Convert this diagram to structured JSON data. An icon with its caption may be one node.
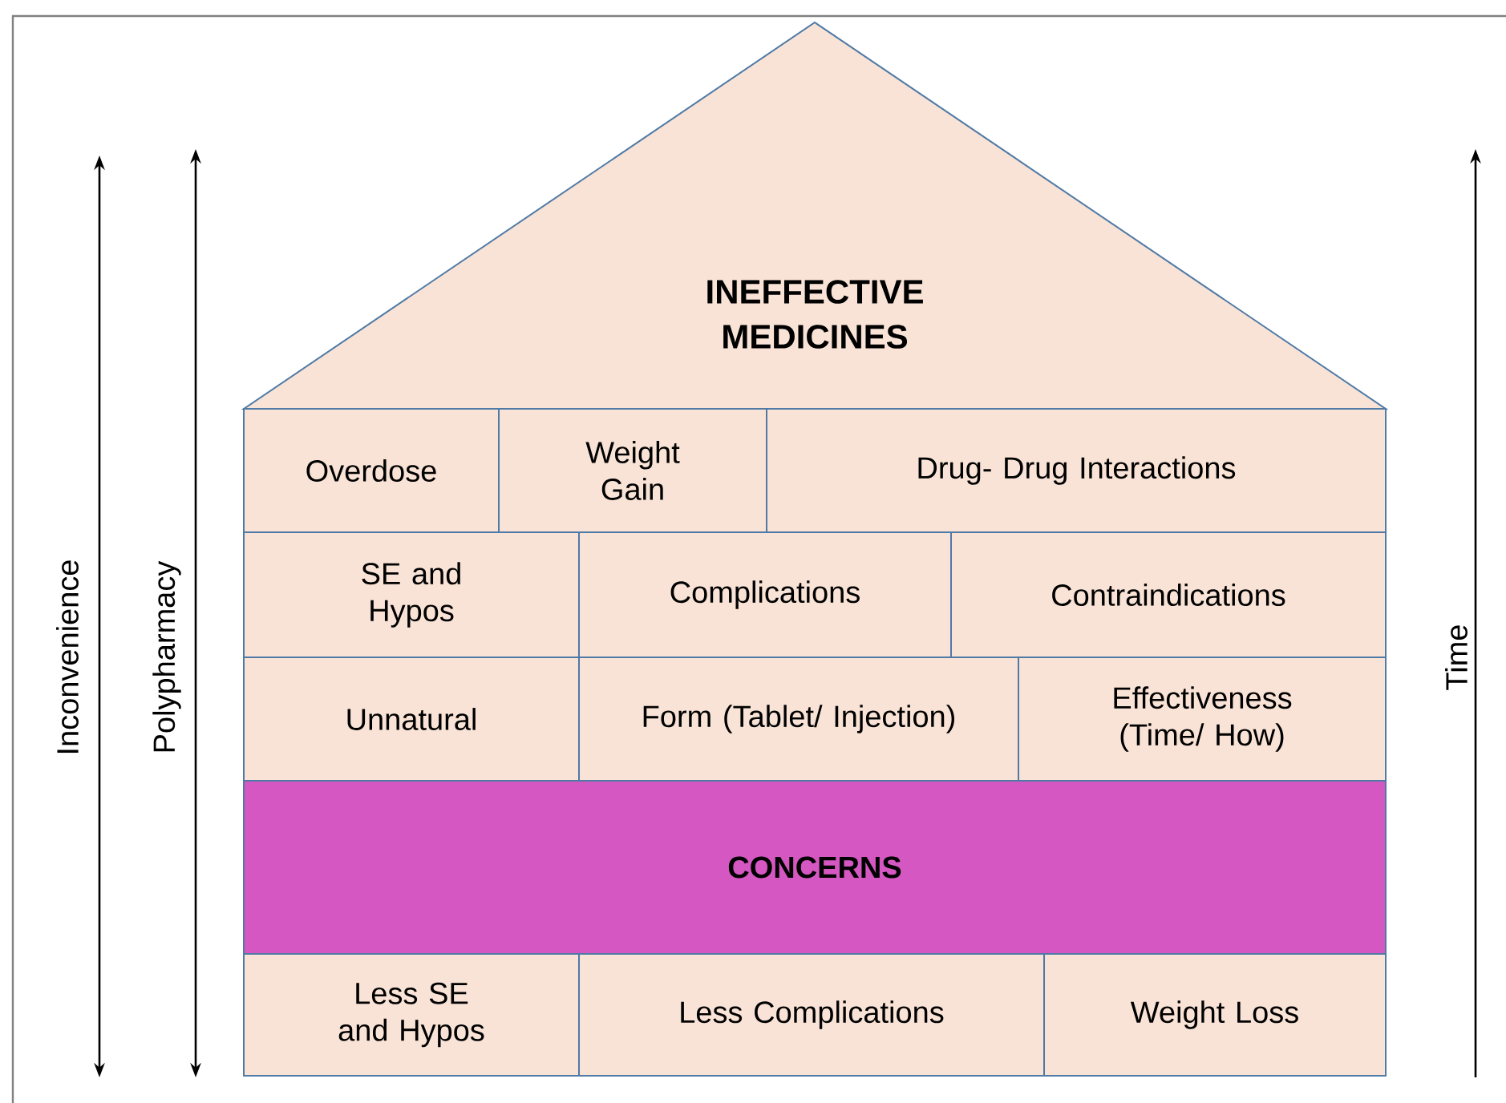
{
  "diagram": {
    "nodes": [
      {
        "text": [
          "INEFFECTIVE MEDICINES"
        ]
      },
      {
        "text": [
          "Overdose"
        ]
      },
      {
        "text": [
          "Weight Gain"
        ]
      },
      {
        "text": [
          "Drug- Drug Interactions"
        ]
      },
      {
        "text": [
          "SE and Hypos"
        ]
      },
      {
        "text": [
          "Complications"
        ]
      },
      {
        "text": [
          "Contraindications"
        ]
      },
      {
        "text": [
          "Unnatural"
        ]
      },
      {
        "text": [
          "Form (Tablet/ Injection)"
        ]
      },
      {
        "text": [
          "Effectiveness (Time/ How)"
        ]
      },
      {
        "text": [
          "CONCERNS"
        ]
      },
      {
        "text": [
          "Less SE and Hypos"
        ]
      },
      {
        "text": [
          "Less Complications"
        ]
      },
      {
        "text": [
          "Weight Loss"
        ]
      }
    ],
    "edges": [],
    "labels": [
      "Inconvenience",
      "Polypharmacy",
      "Time"
    ]
  }
}
